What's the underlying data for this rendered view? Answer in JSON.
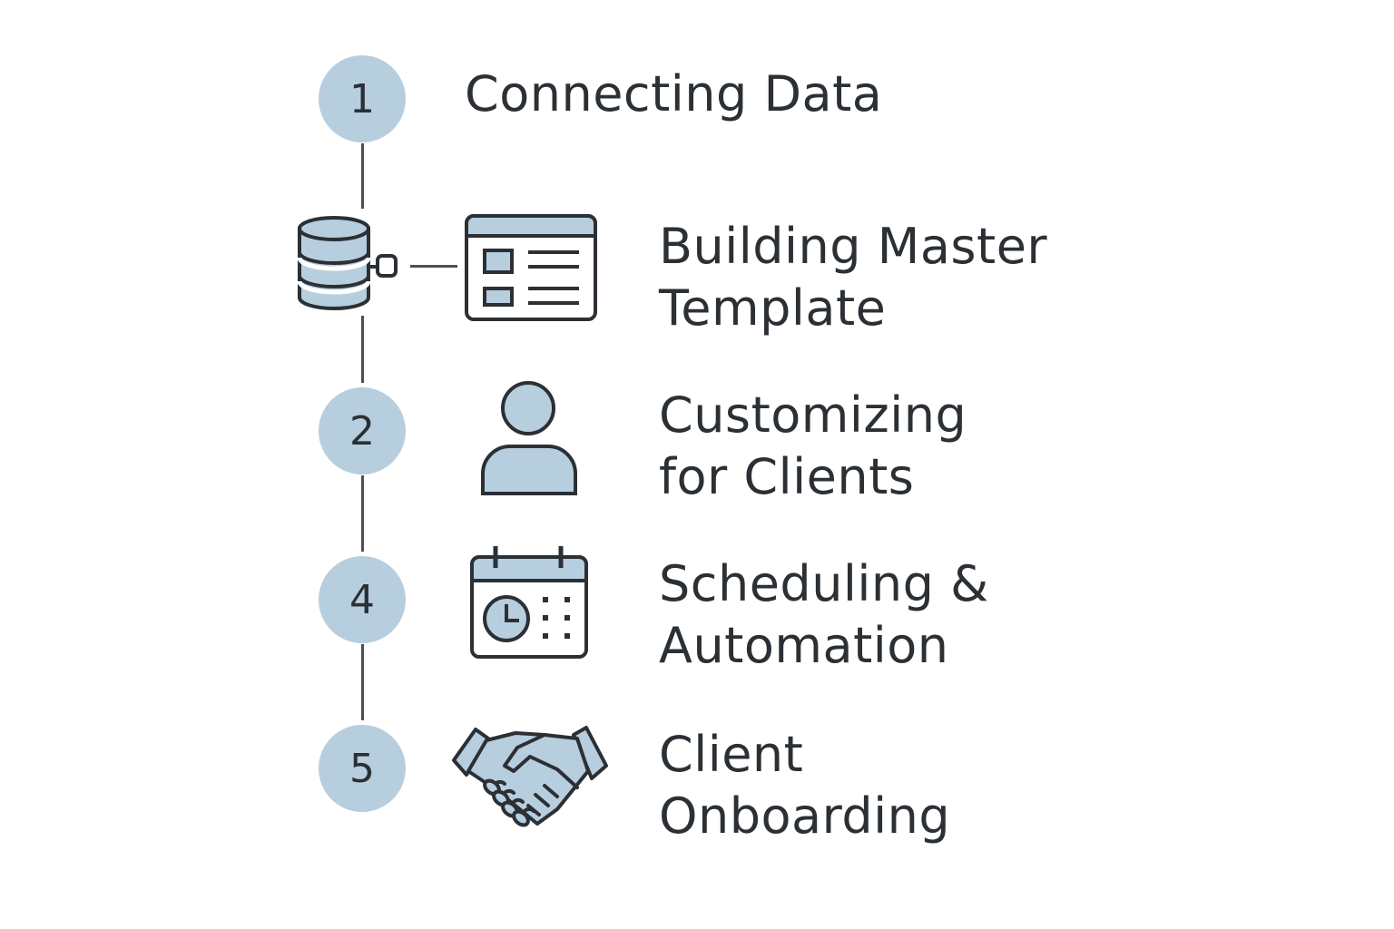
{
  "colors": {
    "accent_fill": "#b7cedf",
    "stroke": "#2b3035",
    "connector": "#4a4f55",
    "background": "#ffffff"
  },
  "steps": [
    {
      "number": "1",
      "title_lines": [
        "Connecting Data"
      ],
      "icon": "database-icon"
    },
    {
      "number": "",
      "title_lines": [
        "Building Master",
        "Template"
      ],
      "icon": "template-window-icon"
    },
    {
      "number": "2",
      "title_lines": [
        "Customizing",
        "for Clients"
      ],
      "icon": "user-icon"
    },
    {
      "number": "4",
      "title_lines": [
        "Scheduling &",
        "Automation"
      ],
      "icon": "calendar-clock-icon"
    },
    {
      "number": "5",
      "title_lines": [
        "Client",
        "Onboarding"
      ],
      "icon": "handshake-icon"
    }
  ]
}
